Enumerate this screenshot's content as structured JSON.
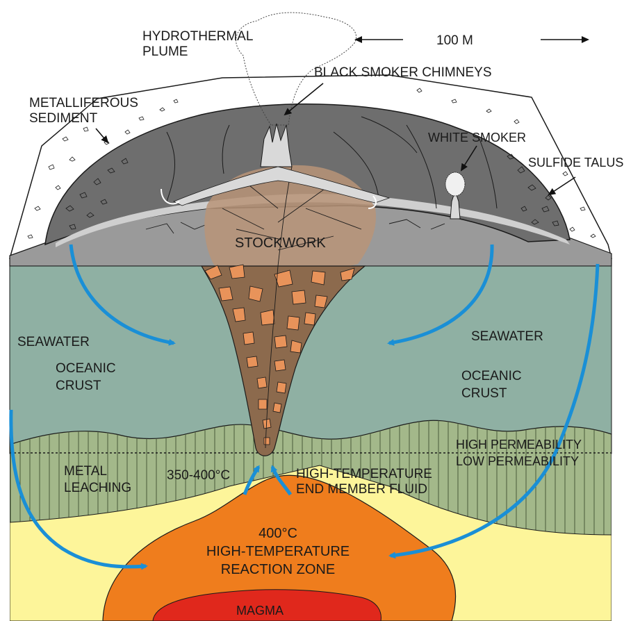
{
  "labels": {
    "hydrothermal_plume": [
      "HYDROTHERMAL",
      "PLUME"
    ],
    "scale": "100 M",
    "black_smoker": "BLACK SMOKER CHIMNEYS",
    "metalliferous_sediment": [
      "METALLIFEROUS",
      "SEDIMENT"
    ],
    "white_smoker": "WHITE SMOKER",
    "sulfide_talus": "SULFIDE TALUS",
    "stockwork": "STOCKWORK",
    "seawater_left": "SEAWATER",
    "seawater_right": "SEAWATER",
    "oceanic_crust_left": [
      "OCEANIC",
      "CRUST"
    ],
    "oceanic_crust_right": [
      "OCEANIC",
      "CRUST"
    ],
    "high_permeability": "HIGH PERMEABILITY",
    "low_permeability": "LOW PERMEABILITY",
    "metal_leaching": [
      "METAL",
      "LEACHING"
    ],
    "temp_range": "350-400°C",
    "end_member_fluid": [
      "HIGH-TEMPERATURE",
      "END MEMBER FLUID"
    ],
    "reaction_zone": [
      "400°C",
      "HIGH-TEMPERATURE",
      "REACTION ZONE"
    ],
    "magma": "MAGMA"
  },
  "colors": {
    "sediment": "#ffffff",
    "mound_dark": "#6e6e6e",
    "mound_outline": "#1a1a1a",
    "grey_layer": "#9a9a9a",
    "light_grey": "#c9c9c9",
    "oceanic_crust": "#8fb0a3",
    "permeability_zone": "#a3b88a",
    "yellow_zone": "#fdf59a",
    "reaction_zone": "#ef7d1d",
    "magma": "#e0281c",
    "stockwork": "#b99478",
    "stockwork_clasts": "#e8935a",
    "seawater_arrows": "#1a8fd6"
  }
}
